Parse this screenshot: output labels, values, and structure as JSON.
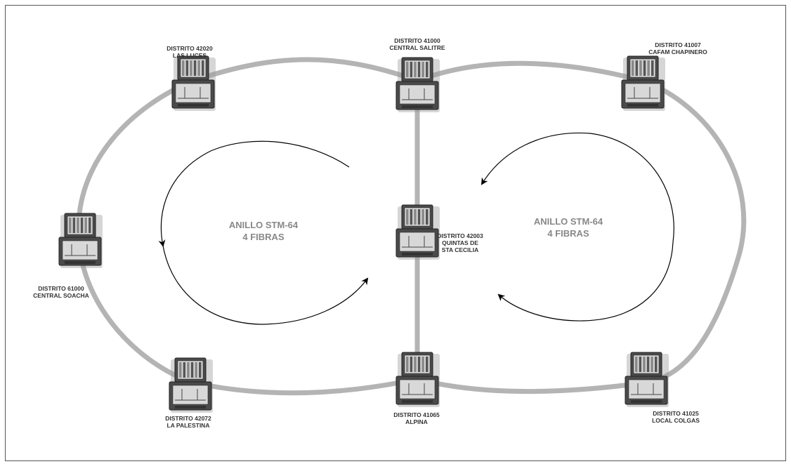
{
  "nodes": [
    {
      "id": "las-luces",
      "line1": "DISTRITO 42020",
      "line2": "LAS LUCES"
    },
    {
      "id": "central-salitre",
      "line1": "DISTRITO 41000",
      "line2": "CENTRAL SALITRE"
    },
    {
      "id": "cafam-chapinero",
      "line1": "DISTRITO 41007",
      "line2": "CAFAM CHAPINERO"
    },
    {
      "id": "central-soacha",
      "line1": "DISTRITO 61000",
      "line2": "CENTRAL SOACHA"
    },
    {
      "id": "quintas",
      "line1": "DISTRITO 42003",
      "line2": "QUINTAS DE",
      "line3": "STA CECILIA"
    },
    {
      "id": "la-palestina",
      "line1": "DISTRITO 42072",
      "line2": "LA PALESTINA"
    },
    {
      "id": "alpina",
      "line1": "DISTRITO 41065",
      "line2": "ALPINA"
    },
    {
      "id": "local-colgas",
      "line1": "DISTRITO 41025",
      "line2": "LOCAL COLGAS"
    }
  ],
  "rings": [
    {
      "id": "left",
      "line1": "ANILLO STM-64",
      "line2": "4 FIBRAS"
    },
    {
      "id": "right",
      "line1": "ANILLO STM-64",
      "line2": "4 FIBRAS"
    }
  ],
  "colors": {
    "fiber": "#b4b4b4",
    "arrow": "#000000",
    "ring_text": "#888888",
    "label_text": "#333333",
    "device_body": "#4a4a4a",
    "device_panel": "#d8d8d8"
  }
}
